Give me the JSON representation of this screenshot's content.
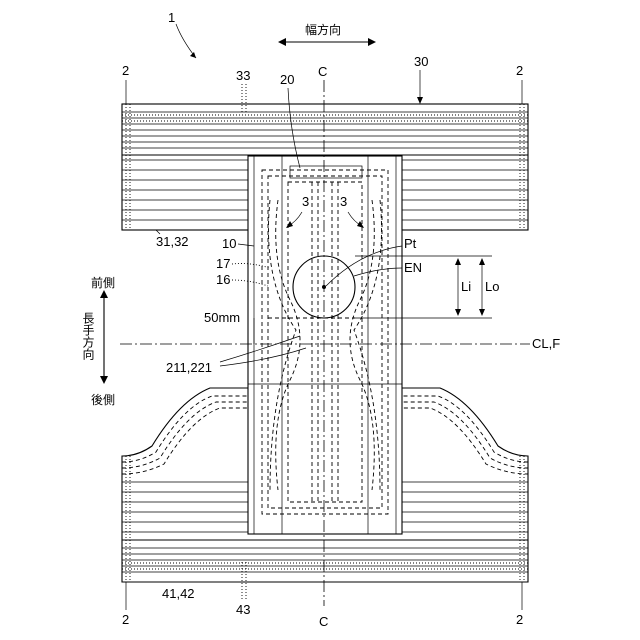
{
  "figure_number": "1",
  "direction_width": "幅方向",
  "direction_long": "長手方向",
  "front_side": "前側",
  "rear_side": "後側",
  "labels": {
    "ref_2": "2",
    "ref_3": "3",
    "ref_10": "10",
    "ref_16": "16",
    "ref_17": "17",
    "ref_20": "20",
    "ref_30": "30",
    "ref_33": "33",
    "ref_43": "43",
    "ref_31_32": "31,32",
    "ref_41_42": "41,42",
    "ref_211_221": "211,221",
    "center_c": "C",
    "cl_f": "CL,F",
    "pt": "Pt",
    "en": "EN",
    "li": "Li",
    "lo": "Lo",
    "dim_50mm": "50mm"
  },
  "colors": {
    "line": "#000000",
    "background": "#ffffff"
  }
}
